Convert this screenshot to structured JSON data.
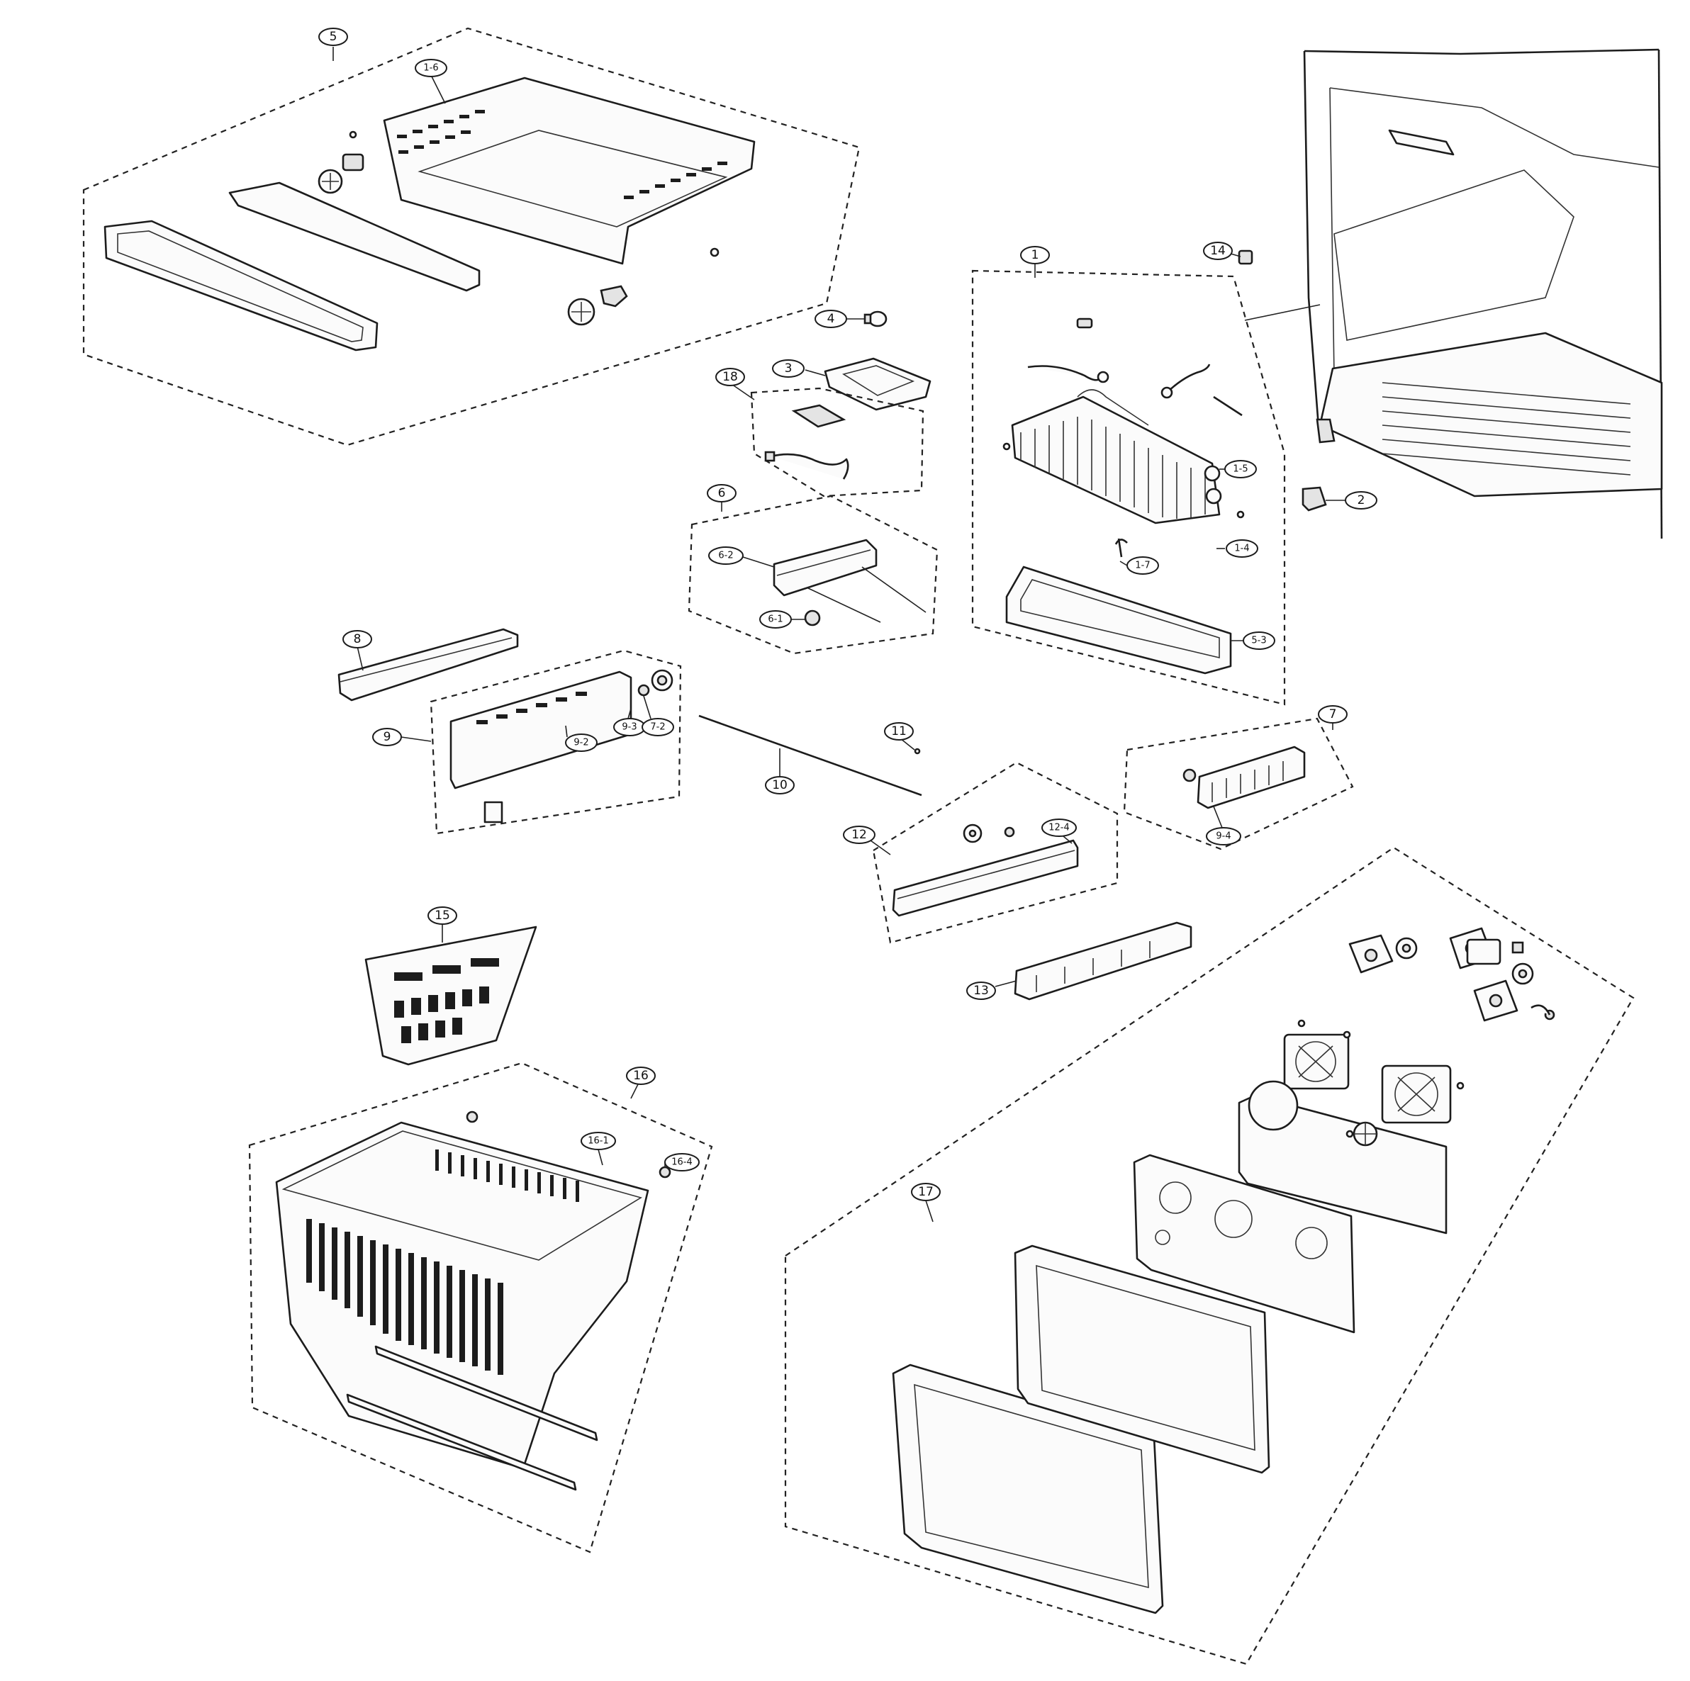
{
  "callouts": [
    {
      "id": "c1",
      "label": "1"
    },
    {
      "id": "c2",
      "label": "2"
    },
    {
      "id": "c3",
      "label": "3"
    },
    {
      "id": "c4",
      "label": "4"
    },
    {
      "id": "c5",
      "label": "5"
    },
    {
      "id": "c6",
      "label": "6"
    },
    {
      "id": "c7",
      "label": "7"
    },
    {
      "id": "c8",
      "label": "8"
    },
    {
      "id": "c9",
      "label": "9"
    },
    {
      "id": "c10",
      "label": "10"
    },
    {
      "id": "c11",
      "label": "11"
    },
    {
      "id": "c12",
      "label": "12"
    },
    {
      "id": "c13",
      "label": "13"
    },
    {
      "id": "c14",
      "label": "14"
    },
    {
      "id": "c15",
      "label": "15"
    },
    {
      "id": "c16",
      "label": "16"
    },
    {
      "id": "c17",
      "label": "17"
    },
    {
      "id": "c18",
      "label": "18"
    },
    {
      "id": "c1-4",
      "label": "1-4"
    },
    {
      "id": "c1-5",
      "label": "1-5"
    },
    {
      "id": "c1-6",
      "label": "1-6"
    },
    {
      "id": "c1-7",
      "label": "1-7"
    },
    {
      "id": "c5-3",
      "label": "5-3"
    },
    {
      "id": "c6-2",
      "label": "6-2"
    },
    {
      "id": "c6-1",
      "label": "6-1"
    },
    {
      "id": "c7-2",
      "label": "7-2"
    },
    {
      "id": "c9-2",
      "label": "9-2"
    },
    {
      "id": "c9-3",
      "label": "9-3"
    },
    {
      "id": "c9-4",
      "label": "9-4"
    },
    {
      "id": "c12-4",
      "label": "12-4"
    },
    {
      "id": "c16-1",
      "label": "16-1"
    },
    {
      "id": "c16-4",
      "label": "16-4"
    }
  ]
}
